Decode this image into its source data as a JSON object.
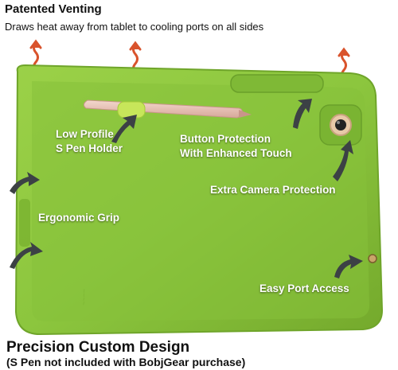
{
  "header": {
    "title": "Patented Venting",
    "subtitle": "Draws heat away from tablet to cooling ports on all sides"
  },
  "callouts": {
    "pen_holder_line1": "Low Profile",
    "pen_holder_line2": "S Pen Holder",
    "button_line1": "Button Protection",
    "button_line2": "With Enhanced Touch",
    "camera": "Extra Camera Protection",
    "grip": "Ergonomic Grip",
    "port": "Easy Port Access"
  },
  "footer": {
    "line1": "Precision Custom Design",
    "line2": "(S Pen not included with BobjGear purchase)"
  },
  "colors": {
    "case_green": "#8cc63e",
    "case_green_dark": "#6fa52a",
    "pen_pink": "#e9c2b6",
    "vent_arrow": "#d9532c",
    "callout_arrow": "#3c4145"
  }
}
